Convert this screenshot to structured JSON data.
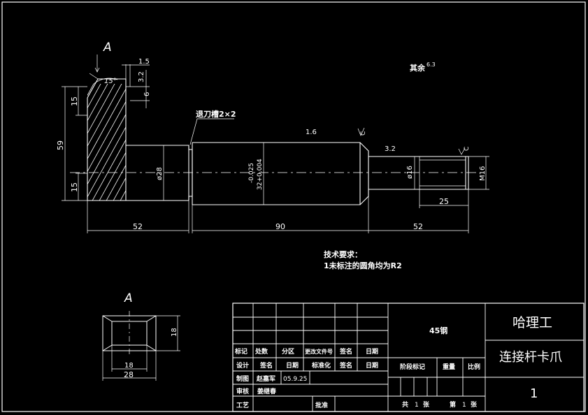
{
  "section_label": "A",
  "roughness": {
    "note": "其余",
    "value": "6.3"
  },
  "undercut_label": "退刀槽2×2",
  "dimensions": {
    "d_1_5": "1.5",
    "d_3_2_top": "3.2",
    "d_6": "6",
    "d_15_upper": "15",
    "d_15_lower": "15",
    "d_59": "59",
    "d_15_deg": "15°",
    "d_phi28": "ø28",
    "d_tol_upper": "-0.025",
    "d_tol_lower": "32+0.004",
    "d_1_6_top": "1.6",
    "d_c_mid": "C",
    "d_3_2_mid": "3.2",
    "d_c_right": "C",
    "d_phi16": "ø16",
    "d_m16": "M16",
    "d_25": "25",
    "d_52_left": "52",
    "d_90": "90",
    "d_52_right": "52",
    "d_18_side": "18",
    "d_18_bottom": "18",
    "d_28_bottom": "28"
  },
  "tech_notes": {
    "title": "技术要求：",
    "line1": "1未标注的圆角均为R2"
  },
  "title_block": {
    "material": "45钢",
    "school": "哈理工",
    "part_name": "连接杆卡爪",
    "sheet_no": "1",
    "row_mark": [
      "标记",
      "处数",
      "分区",
      "更改文件号",
      "签名",
      "日期"
    ],
    "row_design": [
      "设计",
      "签名",
      "日期",
      "标准化",
      "签名",
      "日期"
    ],
    "drawn_label": "制图",
    "drawn_name": "赵嘉军",
    "drawn_date": "05.9.25",
    "review_label": "审核",
    "review_name": "姜继春",
    "process_label": "工艺",
    "approve_label": "批准",
    "stage_label": "阶段标记",
    "weight_label": "重量",
    "scale_label": "比例",
    "total_label": "共",
    "total_value": "1",
    "sheets_unit1": "张",
    "page_label": "第",
    "page_value": "1",
    "sheets_unit2": "张"
  }
}
